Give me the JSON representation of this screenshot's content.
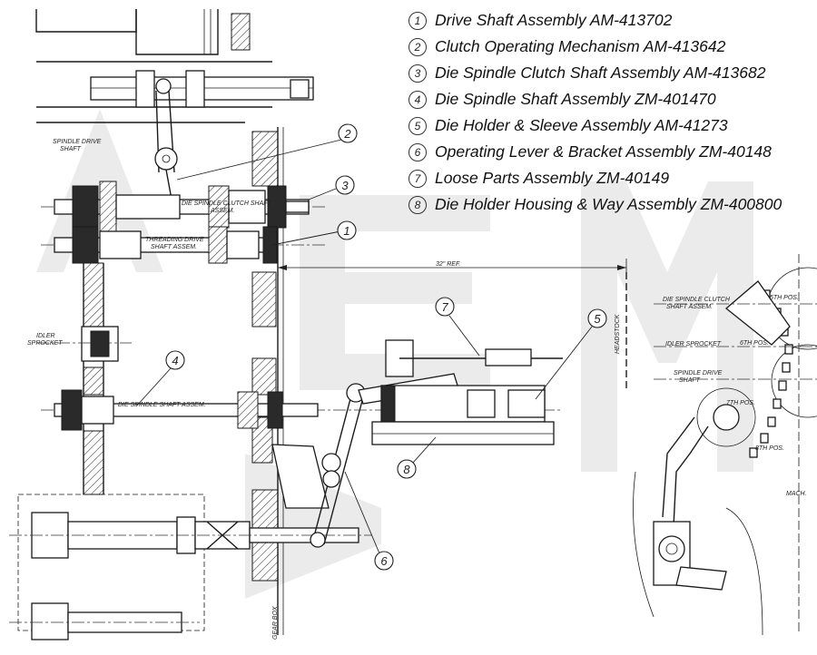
{
  "legend": [
    {
      "num": "1",
      "text": "Drive Shaft Assembly AM-413702"
    },
    {
      "num": "2",
      "text": "Clutch Operating Mechanism AM-413642"
    },
    {
      "num": "3",
      "text": "Die Spindle Clutch Shaft Assembly AM-413682"
    },
    {
      "num": "4",
      "text": "Die Spindle Shaft Assembly ZM-401470"
    },
    {
      "num": "5",
      "text": "Die Holder & Sleeve Assembly AM-41273"
    },
    {
      "num": "6",
      "text": "Operating Lever & Bracket Assembly ZM-40148"
    },
    {
      "num": "7",
      "text": "Loose Parts Assembly ZM-40149"
    },
    {
      "num": "8",
      "text": "Die Holder Housing & Way Assembly ZM-400800"
    }
  ],
  "callouts": {
    "c1": "1",
    "c2": "2",
    "c3": "3",
    "c4": "4",
    "c5": "5",
    "c6": "6",
    "c7": "7",
    "c8": "8"
  },
  "labels": {
    "spindle_drive_shaft_1": "SPINDLE DRIVE",
    "spindle_drive_shaft_2": "SHAFT",
    "clutch_shaft_1": "DIE SPINDLE CLUTCH SHAFT",
    "clutch_shaft_2": "ASSEM.",
    "threading_1": "THREADING DRIVE",
    "threading_2": "SHAFT ASSEM.",
    "idler_1": "IDLER",
    "idler_2": "SPROCKET",
    "die_spindle_shaft": "DIE SPINDLE SHAFT ASSEM.",
    "ref_dim": "32\" REF.",
    "headstock": "HEADSTOCK",
    "gear_box": "GEAR BOX",
    "r_clutch_1": "DIE SPINDLE CLUTCH",
    "r_clutch_2": "SHAFT ASSEM.",
    "r_idler": "IDLER SPROCKET",
    "r_spindle_1": "SPINDLE DRIVE",
    "r_spindle_2": "SHAFT",
    "pos5": "5TH POS.",
    "pos6": "6TH POS.",
    "pos7": "7TH POS.",
    "pos8": "8TH POS.",
    "mach": "MACH."
  }
}
